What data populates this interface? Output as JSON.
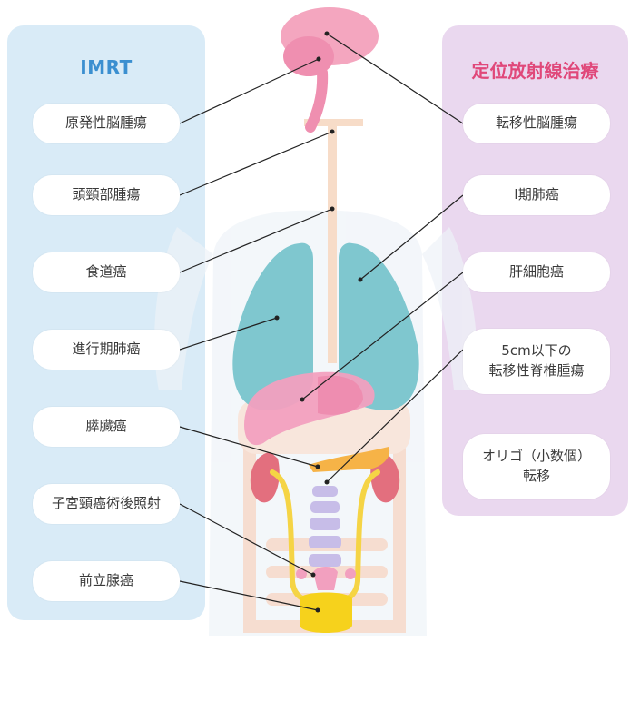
{
  "left_panel": {
    "title": "IMRT",
    "items": [
      "原発性脳腫瘍",
      "頭頸部腫瘍",
      "食道癌",
      "進行期肺癌",
      "膵臓癌",
      "子宮頸癌術後照射",
      "前立腺癌"
    ]
  },
  "right_panel": {
    "title": "定位放射線治療",
    "items": [
      "転移性脳腫瘍",
      "Ⅰ期肺癌",
      "肝細胞癌",
      "5cm以下の\n転移性脊椎腫瘍",
      "オリゴ（小数個）\n転移"
    ]
  },
  "colors": {
    "left_panel": "#d9ebf7",
    "right_panel": "#ead8ef",
    "left_title": "#3b8fd0",
    "right_title": "#e0487a",
    "brain": "#f4a6bf",
    "lung": "#7fc7cf",
    "liver": "#f2a0bf",
    "kidney": "#e36f7e",
    "spine": "#c7bde8",
    "ureter": "#f5d445",
    "bladder": "#f6d21c",
    "intestine": "#f6ddd0"
  }
}
